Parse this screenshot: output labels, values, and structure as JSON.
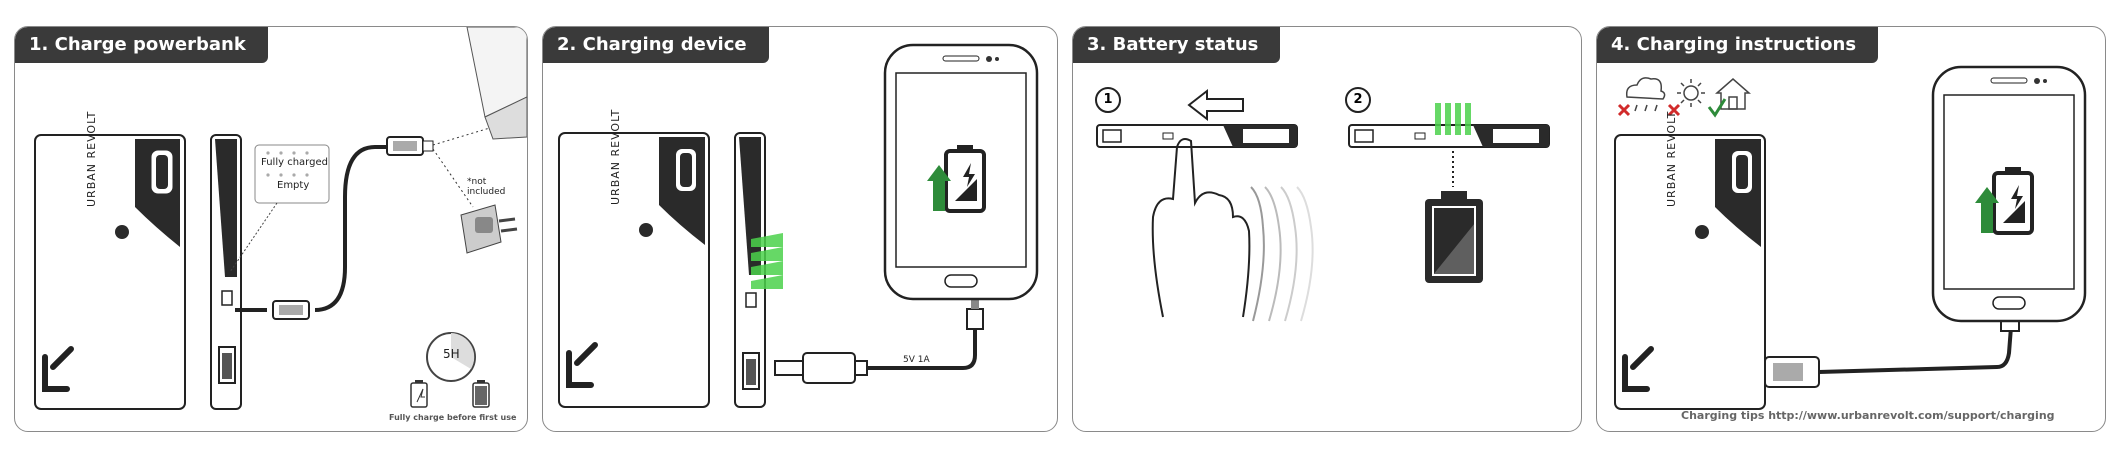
{
  "panels": [
    {
      "title": "1. Charge powerbank"
    },
    {
      "title": "2. Charging device"
    },
    {
      "title": "3. Battery status"
    },
    {
      "title": "4. Charging instructions"
    }
  ],
  "brand": {
    "name": "URBAN REVOLT"
  },
  "panel1": {
    "led_full_label": "Fully charged",
    "led_empty_label": "Empty",
    "not_included_label": "*not included",
    "timer_label": "5H",
    "first_use_note": "Fully charge before first use"
  },
  "panel2": {
    "cable_spec_label": "5V 1A"
  },
  "panel3": {
    "step1_label": "1",
    "step2_label": "2"
  },
  "panel4": {
    "tips_text": "Charging tips http://www.urbanrevolt.com/support/charging"
  },
  "colors": {
    "accent_green": "#2e8b3a",
    "led_green": "#4cd24c",
    "dark": "#2a2a2a",
    "cross_red": "#d12b2b"
  },
  "icons": [
    "rain-cloud-icon",
    "sun-icon",
    "home-icon",
    "battery-charging-icon",
    "phone-icon",
    "usb-plug-icon",
    "wall-adapter-icon",
    "laptop-icon",
    "hand-icon",
    "arrow-left-icon",
    "timer-icon"
  ]
}
